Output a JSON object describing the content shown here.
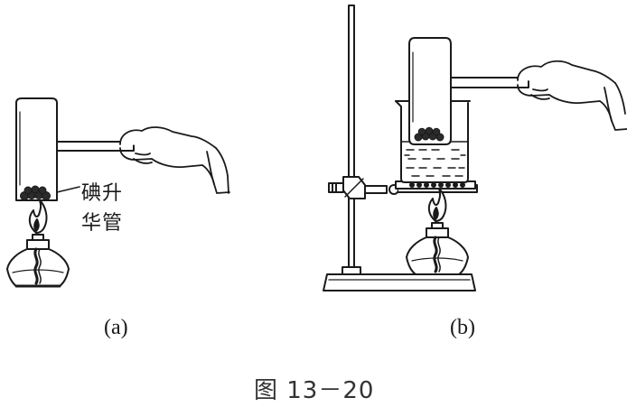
{
  "figure": {
    "panel_a": {
      "label_line1": "碘升",
      "label_line2": "华管",
      "caption": "(a)"
    },
    "panel_b": {
      "caption": "(b)"
    },
    "figure_caption": "图 13－20"
  }
}
